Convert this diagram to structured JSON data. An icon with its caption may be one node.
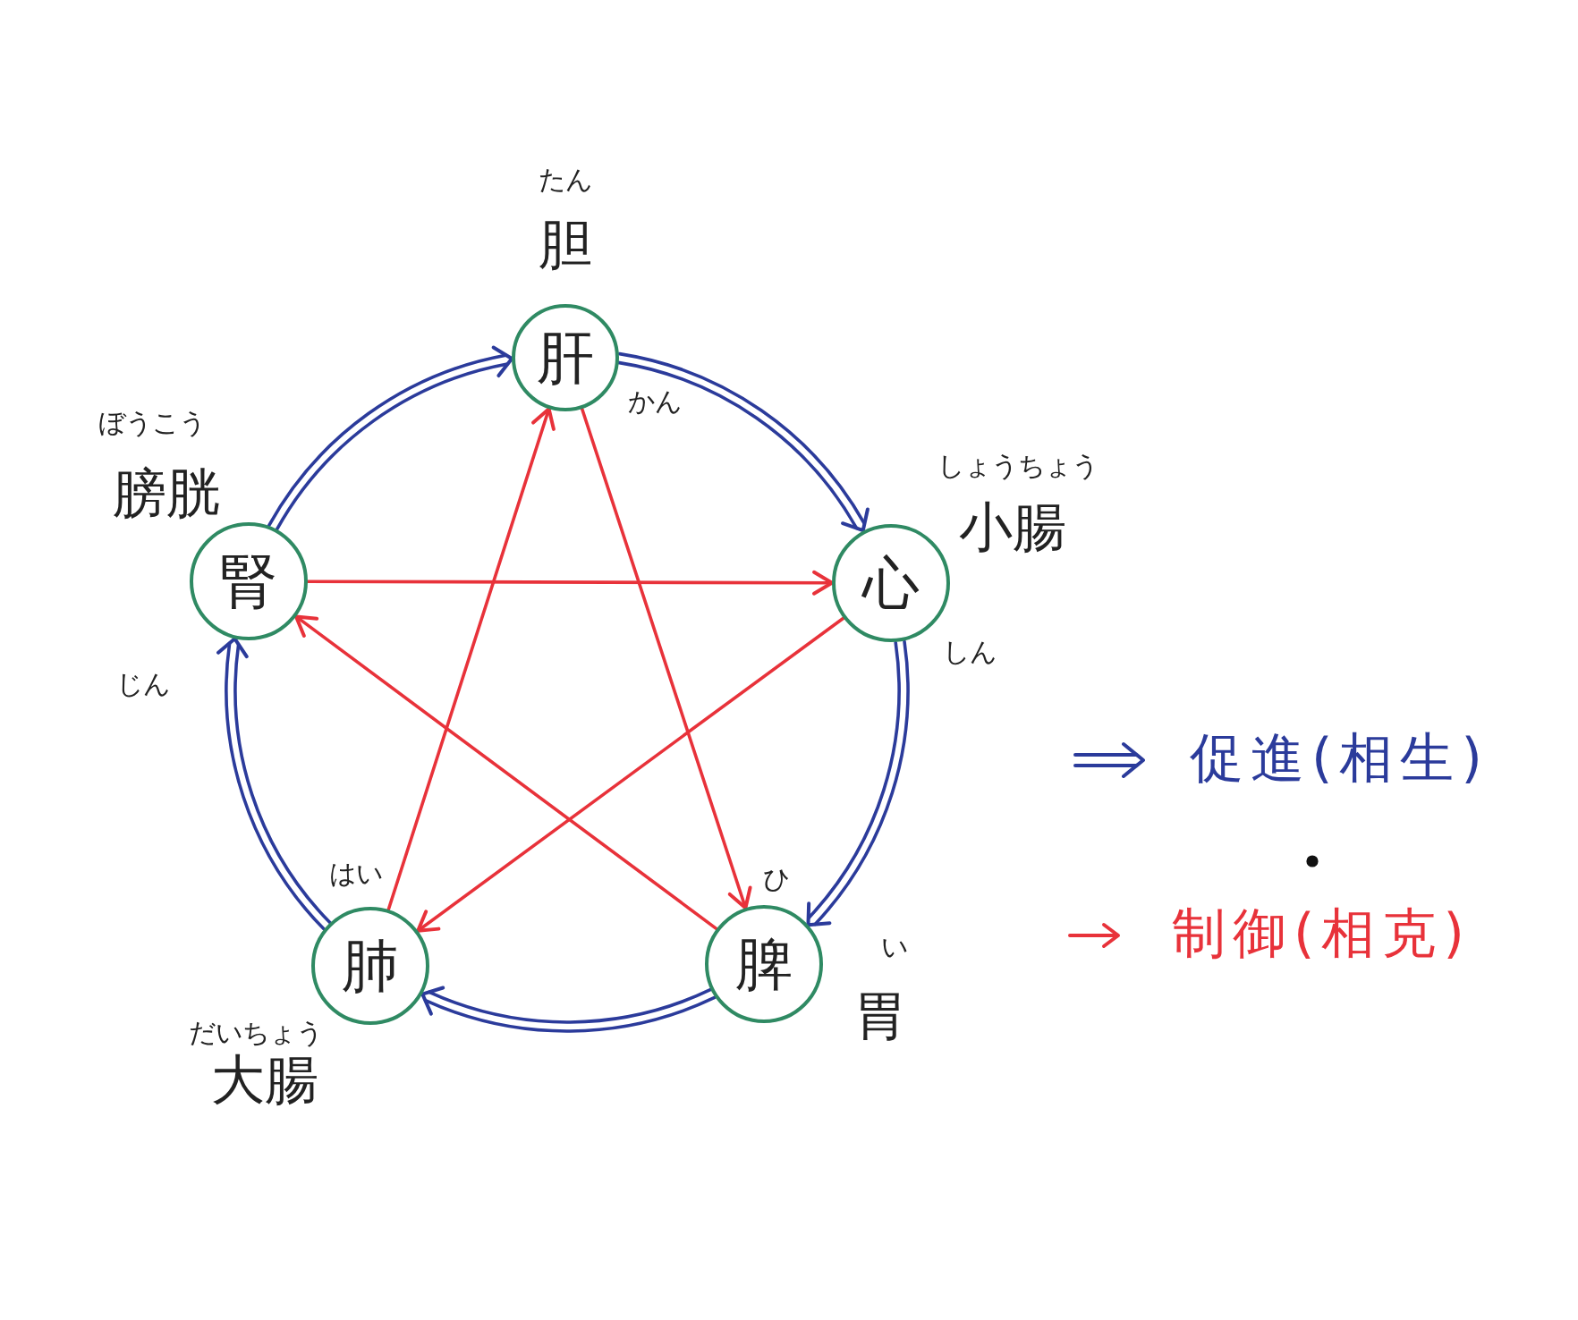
{
  "diagram": {
    "nodes": [
      {
        "text": [
          "肝"
        ],
        "beside": [
          "たん",
          "胆",
          "かん"
        ]
      },
      {
        "text": [
          "腎"
        ],
        "beside": [
          "ぼうこう",
          "膀胱",
          "じん"
        ]
      },
      {
        "text": [
          "心"
        ],
        "beside": [
          "しょうちょう",
          "小腸",
          "しん"
        ]
      },
      {
        "text": [
          "肺"
        ],
        "beside": [
          "はい",
          "だいちょう",
          "大腸"
        ]
      },
      {
        "text": [
          "脾"
        ],
        "beside": [
          "ひ",
          "い",
          "胃"
        ]
      }
    ],
    "edges": [
      {
        "from": 1,
        "to": 0,
        "arrow": "to"
      },
      {
        "from": 0,
        "to": 2,
        "arrow": "to"
      },
      {
        "from": 2,
        "to": 4,
        "arrow": "to"
      },
      {
        "from": 4,
        "to": 3,
        "arrow": "to"
      },
      {
        "from": 3,
        "to": 1,
        "arrow": "to"
      },
      {
        "from": 1,
        "to": 2,
        "arrow": "to",
        "color": "#e8323a"
      },
      {
        "from": 2,
        "to": 3,
        "arrow": "to",
        "color": "#e8323a"
      },
      {
        "from": 3,
        "to": 0,
        "arrow": "to",
        "color": "#e8323a"
      },
      {
        "from": 0,
        "to": 4,
        "arrow": "to",
        "color": "#e8323a"
      },
      {
        "from": 4,
        "to": 1,
        "arrow": "to",
        "color": "#e8323a"
      }
    ],
    "legend": [
      {
        "text": "促進(相生)"
      },
      {
        "text": "制御(相克)"
      }
    ]
  }
}
